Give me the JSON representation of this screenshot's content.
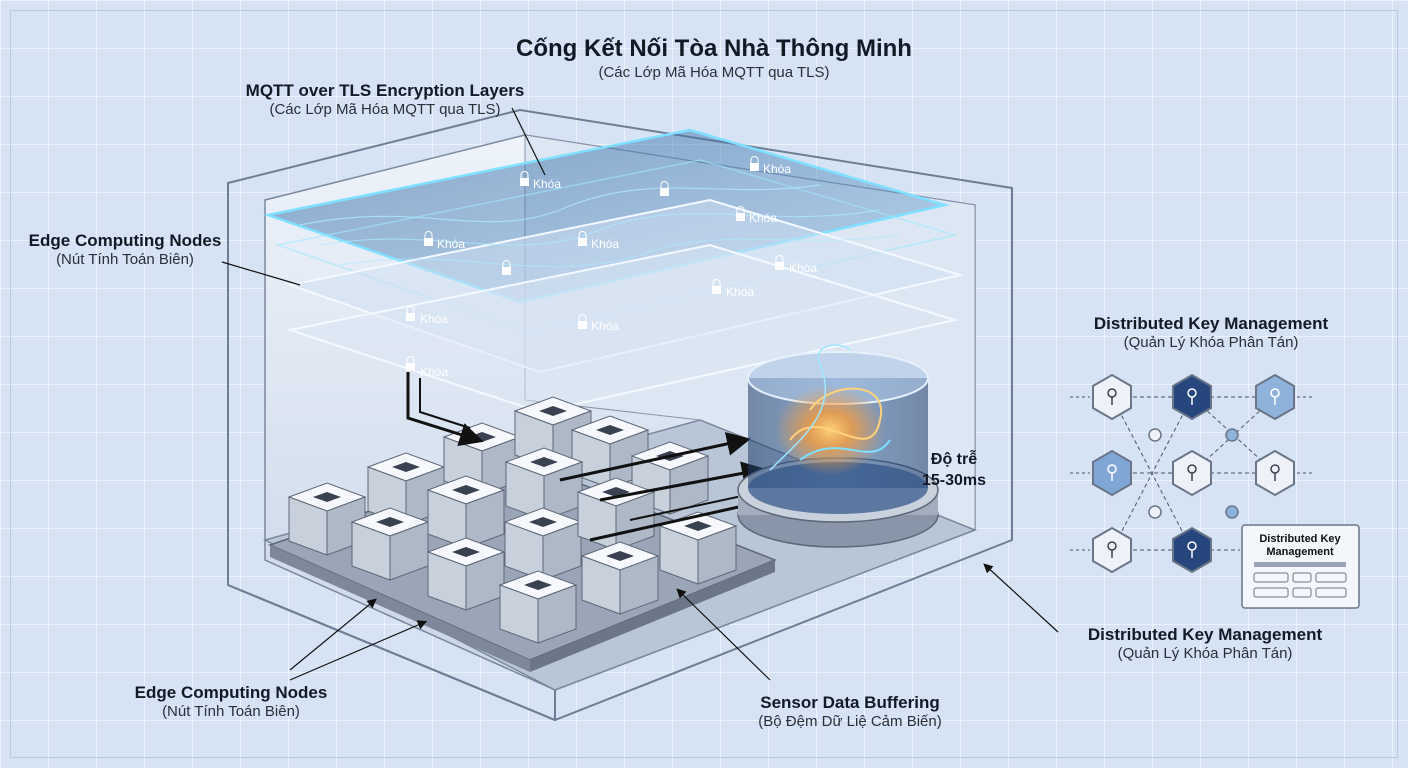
{
  "title": {
    "main": "Cống Kết Nối Tòa Nhà Thông Minh",
    "sub": "(Các Lớp Mã Hóa MQTT qua TLS)"
  },
  "mqtt_label": {
    "en": "MQTT over TLS Encryption Layers",
    "vi": "(Các Lớp Mã Hóa MQTT qua TLS)"
  },
  "edge_label_top": {
    "en": "Edge Computing Nodes",
    "vi": "(Nút Tính Toán Biên)"
  },
  "edge_label_bottom": {
    "en": "Edge Computing Nodes",
    "vi": "(Nút Tính Toán Biên)"
  },
  "sensor_label": {
    "en": "Sensor Data Buffering",
    "vi": "(Bộ Đệm Dữ Liệ Cảm Biến)"
  },
  "latency": {
    "label": "Độ trễ",
    "value": "15-30ms"
  },
  "dkm_label_top": {
    "en": "Distributed Key Management",
    "vi": "(Quản Lý Khóa Phân Tán)"
  },
  "dkm_label_bottom": {
    "en": "Distributed Key Management",
    "vi": "(Quản Lý Khóa Phân Tán)"
  },
  "dkm_card": {
    "line1": "Distributed Key",
    "line2": "Management"
  },
  "lock_text": "Khóa",
  "colors": {
    "background": "#d6e3f4",
    "layer_glow": "#5fc3f0",
    "node_blue": "#27467e",
    "hex_light": "#8fb2da",
    "buffer_orange": "#f59a3a"
  }
}
